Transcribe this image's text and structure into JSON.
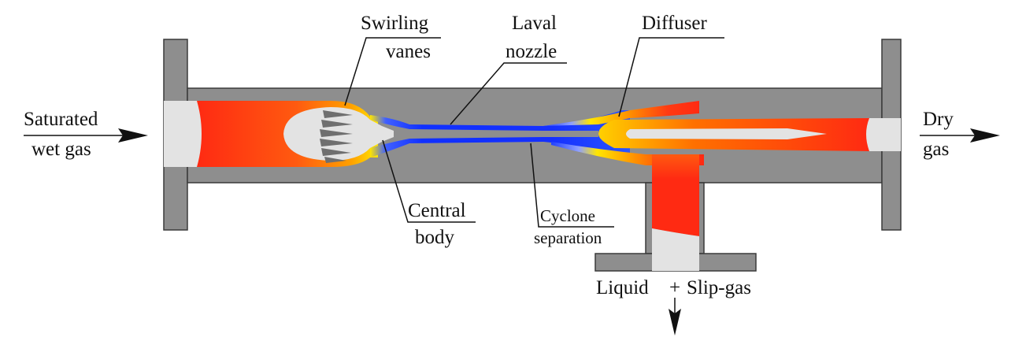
{
  "labels": {
    "inlet_line1": "Saturated",
    "inlet_line2": "wet gas",
    "swirl_line1": "Swirling",
    "swirl_line2": "vanes",
    "laval_line1": "Laval",
    "laval_line2": "nozzle",
    "diffuser": "Diffuser",
    "outlet_line1": "Dry",
    "outlet_line2": "gas",
    "central_line1": "Central",
    "central_line2": "body",
    "cyclone_line1": "Cyclone",
    "cyclone_line2": "separation",
    "drain_liquid": "Liquid",
    "drain_plus": "+",
    "drain_slip": "Slip-gas"
  },
  "colors": {
    "wall": "#8e8e8e",
    "wall_edge": "#3a3a3a",
    "core": "#e3e3e3",
    "hot": "#ff2a12",
    "warm": "#ff8a00",
    "mid": "#ffe600",
    "cold": "#1530ff",
    "coldest": "#0010a8"
  }
}
